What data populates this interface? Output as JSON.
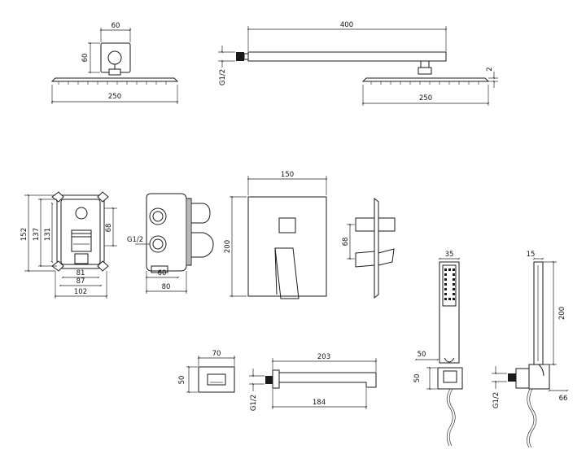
{
  "drawing": {
    "head_square": {
      "width": "60",
      "height": "60",
      "diameter": "250"
    },
    "arm": {
      "length": "400",
      "thread": "G1/2",
      "thickness": "2",
      "diameter": "250"
    },
    "box": {
      "h1": "152",
      "h2": "137",
      "h3": "131",
      "w1": "81",
      "w2": "87",
      "w3": "102",
      "side": "68"
    },
    "valve": {
      "thread": "G1/2",
      "w1": "60",
      "w2": "80"
    },
    "plate": {
      "width": "150",
      "height": "200"
    },
    "side_view": {
      "height": "68"
    },
    "spout": {
      "w": "70",
      "h": "50",
      "len1": "203",
      "len2": "184",
      "thread": "G1/2"
    },
    "hand_front": {
      "w": "35",
      "bw": "50",
      "bh": "50"
    },
    "hand_side": {
      "w": "15",
      "h": "200",
      "thread": "G1/2",
      "d": "66"
    }
  }
}
